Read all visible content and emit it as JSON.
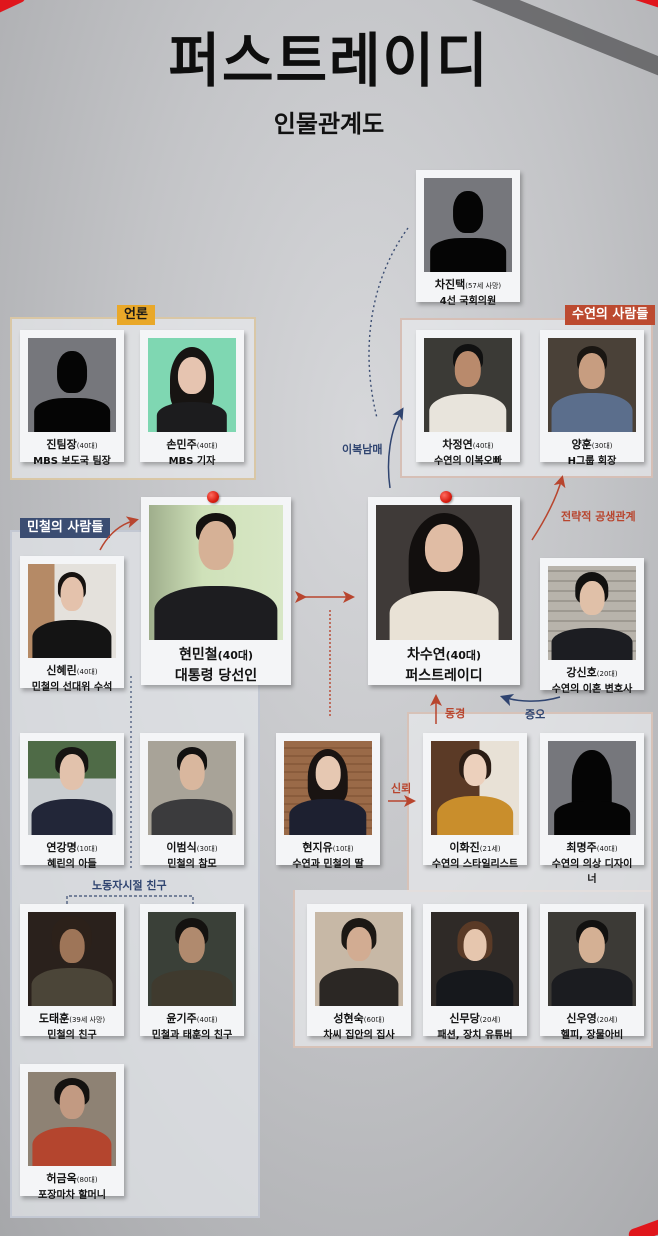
{
  "header": {
    "title": "퍼스트레이디",
    "subtitle": "인물관계도"
  },
  "colors": {
    "accent_red": "#bc4a30",
    "accent_navy": "#3b4d72",
    "accent_yellow": "#e9a829",
    "pin_red": "#d81e12"
  },
  "groups": {
    "press": {
      "label": "언론"
    },
    "suyeon_people": {
      "label": "수연의 사람들"
    },
    "mincheol_people": {
      "label": "민철의 사람들"
    },
    "labor_friends": {
      "label": "노동자시절 친구"
    }
  },
  "relations": {
    "half_siblings": "이복남매",
    "strategic_symbiosis": "전략적 공생관계",
    "admiration": "동경",
    "hatred": "증오",
    "trust": "신뢰"
  },
  "characters": {
    "cha_jintaek": {
      "name": "차진택",
      "age": "(57세 사망)",
      "role": "4선 국회의원"
    },
    "jin_teamlead": {
      "name": "진팀장",
      "age": "(40대)",
      "role": "MBS 보도국 팀장"
    },
    "son_minju": {
      "name": "손민주",
      "age": "(40대)",
      "role": "MBS 기자"
    },
    "cha_jeongyeon": {
      "name": "차정연",
      "age": "(40대)",
      "role": "수연의 이복오빠"
    },
    "yang_hoon": {
      "name": "양훈",
      "age": "(30대)",
      "role": "H그룹 회장"
    },
    "hyun_mincheol": {
      "name": "현민철",
      "age": "(40대)",
      "role": "대통령 당선인"
    },
    "cha_suyeon": {
      "name": "차수연",
      "age": "(40대)",
      "role": "퍼스트레이디"
    },
    "shin_hyerin": {
      "name": "신혜린",
      "age": "(40대)",
      "role": "민철의 선대위 수석"
    },
    "kang_shinho": {
      "name": "강신호",
      "age": "(20대)",
      "role": "수연의 이혼 변호사"
    },
    "yeon_gangmyeong": {
      "name": "연강명",
      "age": "(10대)",
      "role": "혜린의 아들"
    },
    "lee_beomsik": {
      "name": "이범식",
      "age": "(30대)",
      "role": "민철의 참모"
    },
    "hyun_jiyu": {
      "name": "현지유",
      "age": "(10대)",
      "role": "수연과 민철의 딸"
    },
    "lee_hwajin": {
      "name": "이화진",
      "age": "(21세)",
      "role": "수연의 스타일리스트"
    },
    "choi_myeongju": {
      "name": "최명주",
      "age": "(40대)",
      "role": "수연의 의상 디자이너"
    },
    "do_taehun": {
      "name": "도태훈",
      "age": "(39세 사망)",
      "role": "민철의 친구"
    },
    "yun_giju": {
      "name": "윤기주",
      "age": "(40대)",
      "role": "민철과 태훈의 친구"
    },
    "seong_hyeonsuk": {
      "name": "성현숙",
      "age": "(60대)",
      "role": "차씨 집안의 집사"
    },
    "shin_mudang": {
      "name": "신무당",
      "age": "(20세)",
      "role": "패션, 장치 유튜버"
    },
    "shin_uyeong": {
      "name": "신우영",
      "age": "(20세)",
      "role": "헬피, 장물아비"
    },
    "heo_geumok": {
      "name": "허금옥",
      "age": "(80대)",
      "role": "포장마차 할머니"
    }
  }
}
